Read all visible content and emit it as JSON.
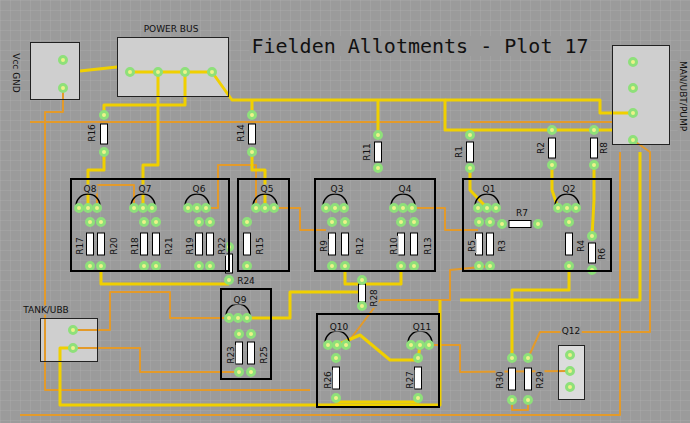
{
  "diagram": {
    "title": "Fielden Allotments - Plot 17",
    "nodes": [
      {
        "text": [
          "Vcc GND"
        ]
      },
      {
        "text": [
          "POWER BUS"
        ]
      },
      {
        "text": [
          "MAN/UBT/PUMP"
        ]
      },
      {
        "text": [
          "Q8",
          "Q7",
          "Q6",
          "R17",
          "R20",
          "R18",
          "R21",
          "R19",
          "R22"
        ]
      },
      {
        "text": [
          "Q5",
          "R15"
        ]
      },
      {
        "text": [
          "Q3",
          "Q4",
          "R9",
          "R12",
          "R10",
          "R13"
        ]
      },
      {
        "text": [
          "Q1",
          "Q2",
          "R7",
          "R5",
          "R3",
          "R4"
        ]
      },
      {
        "text": [
          "TANK/UBB"
        ]
      },
      {
        "text": [
          "Q9",
          "R23",
          "R25"
        ]
      },
      {
        "text": [
          "Q10",
          "Q11",
          "R26",
          "R27"
        ]
      },
      {
        "text": [
          "Q12"
        ]
      }
    ],
    "edges": [
      {
        "from": 0,
        "to": 1,
        "arrow": "none"
      }
    ],
    "labels": [
      "R16",
      "R14",
      "R11",
      "R1",
      "R2",
      "R8",
      "R6",
      "R24",
      "R28",
      "R30",
      "R29"
    ]
  }
}
